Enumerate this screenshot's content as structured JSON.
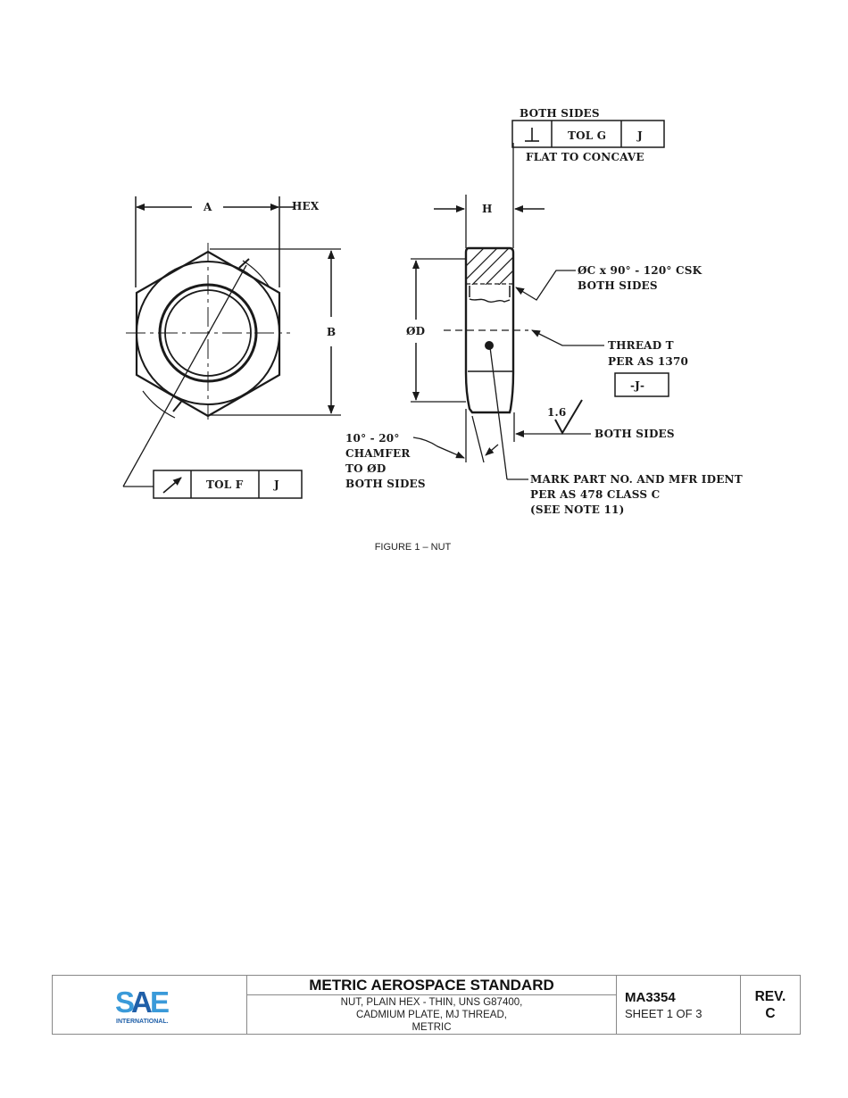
{
  "figure": {
    "caption": "FIGURE 1 – NUT",
    "front_view": {
      "dim_a_label": "A",
      "hex_label": "HEX",
      "dim_b_label": "B",
      "runout_frame": {
        "symbol": "circular-runout-arrow",
        "tolerance": "TOL F",
        "datum": "J"
      }
    },
    "side_view": {
      "dim_h_label": "H",
      "dim_d_label": "ØD",
      "perpendicularity": {
        "header": "BOTH SIDES",
        "symbol": "⊥",
        "tolerance": "TOL G",
        "datum": "J",
        "note": "FLAT TO CONCAVE"
      },
      "csk_note": [
        "ØC x 90° - 120° CSK",
        "BOTH SIDES"
      ],
      "thread_note": [
        "THREAD T",
        "PER AS 1370"
      ],
      "datum_box": "-J-",
      "surface_finish": {
        "value": "1.6",
        "note": "BOTH SIDES"
      },
      "chamfer_note": [
        "10° - 20°",
        "CHAMFER",
        "TO ØD",
        "BOTH SIDES"
      ],
      "mark_note": [
        "MARK PART NO. AND MFR IDENT",
        "PER AS 478 CLASS C",
        "(SEE NOTE 11)"
      ]
    }
  },
  "title_block": {
    "logo": {
      "main": "SAE",
      "sub": "INTERNATIONAL.",
      "color_light": "#3a9ad9",
      "color_dark": "#1f5fa8"
    },
    "heading": "METRIC AEROSPACE STANDARD",
    "description": [
      "NUT, PLAIN HEX - THIN, UNS G87400,",
      "CADMIUM PLATE, MJ THREAD,",
      "METRIC"
    ],
    "doc_number": "MA3354",
    "sheet": "SHEET 1 OF 3",
    "rev_label": "REV.",
    "rev_value": "C"
  }
}
